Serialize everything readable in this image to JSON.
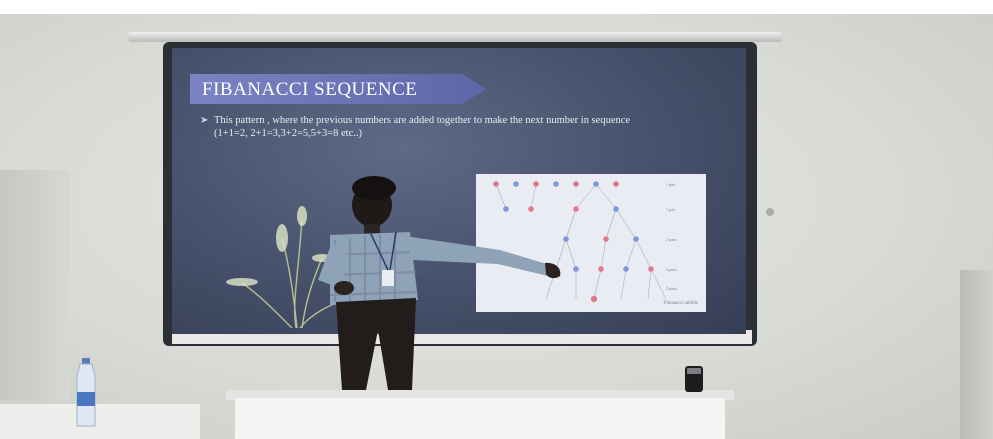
{
  "slide": {
    "title": "FIBANACCI SEQUENCE",
    "bullet": "This pattern , where the previous numbers are added together to make the next number in sequence (1+1=2, 2+1=3,3+2=5,5+3=8 etc..)",
    "diagram": {
      "row_labels": [
        "1 pair",
        "1 pair",
        "2 pairs",
        "3 pairs",
        "5 pairs"
      ],
      "caption": "Fibonacci rabbits"
    }
  },
  "colors": {
    "slide_bg": "#46506a",
    "title_banner": "#6a73b6",
    "node_red": "#e07a88",
    "node_blue": "#7f96d8"
  }
}
